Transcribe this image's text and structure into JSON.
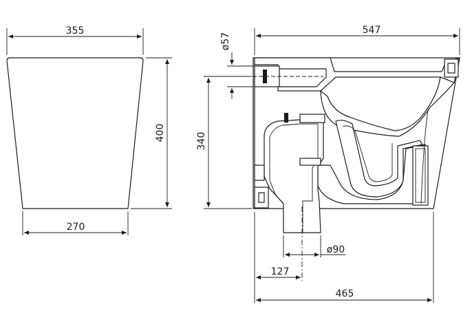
{
  "dimensions": {
    "front_top_width": "355",
    "front_height": "400",
    "front_bottom_width": "270",
    "inlet_diameter": "ø57",
    "inlet_height": "340",
    "overall_depth": "547",
    "outlet_diameter": "ø90",
    "outlet_offset": "127",
    "floor_depth": "465"
  },
  "colors": {
    "line": "#1a1a1a",
    "background": "#ffffff"
  }
}
